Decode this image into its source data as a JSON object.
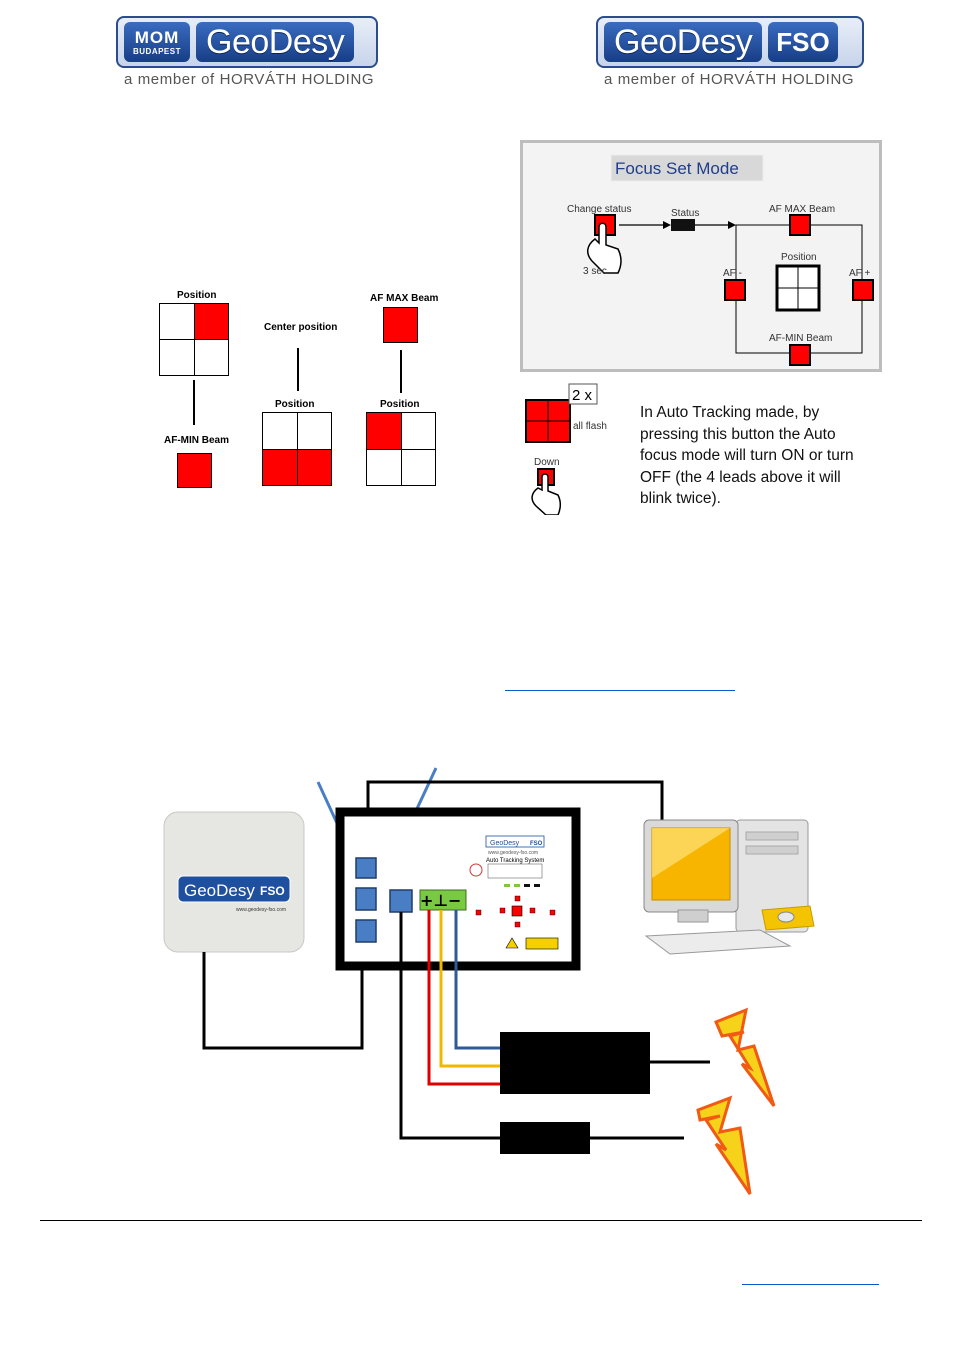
{
  "header": {
    "left_logo": {
      "badge_top": "MOM",
      "badge_bottom": "BUDAPEST",
      "word": "GeoDesy",
      "tagline": "a member of HORVÁTH HOLDING"
    },
    "right_logo": {
      "word": "GeoDesy",
      "badge": "FSO",
      "tagline": "a member of HORVÁTH HOLDING"
    }
  },
  "left_diagram": {
    "position_label_1": "Position",
    "af_min_label": "AF-MIN Beam",
    "center_label": "Center position",
    "position_label_2": "Position",
    "af_max_label": "AF MAX Beam",
    "position_label_3": "Position"
  },
  "focus_panel": {
    "title": "Focus Set Mode",
    "change_status": "Change status",
    "status": "Status",
    "hold_time": "3 sec",
    "af_max": "AF MAX Beam",
    "position": "Position",
    "af_minus": "AF -",
    "af_plus": "AF +",
    "af_min": "AF-MIN Beam"
  },
  "auto_tracking": {
    "count": "2 x",
    "all_flash": "all flash",
    "down": "Down",
    "note": "In Auto Tracking made, by pressing this button the Auto focus mode will turn ON or turn OFF (the 4 leads above it will blink twice)."
  },
  "wiring": {
    "fso_badge_word": "GeoDesy",
    "fso_badge_tag": "FSO",
    "fso_url": "www.geodesy-fso.com",
    "board_url": "www.geodesy-fso.com",
    "board_title": "Auto Tracking System",
    "board_logo": "GeoDesy",
    "board_logo_tag": "FSO",
    "terminal_symbols": "+⊥−"
  },
  "colors": {
    "red": "#ff0000",
    "connector_blue": "#4a7ec4",
    "wire_red": "#e00000",
    "wire_yellow": "#f2b800",
    "wire_blue": "#2e5a96",
    "terminal_green": "#7ac943",
    "brand_blue": "#1f4f9f"
  }
}
